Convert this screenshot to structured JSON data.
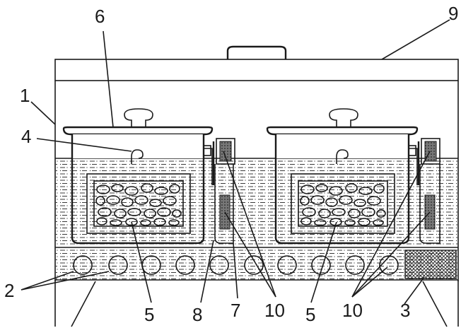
{
  "labels": {
    "l1": "1",
    "l2": "2",
    "l3": "3",
    "l4": "4",
    "l5a": "5",
    "l5b": "5",
    "l6": "6",
    "l7": "7",
    "l8": "8",
    "l9": "9",
    "l10a": "10",
    "l10b": "10"
  },
  "colors": {
    "ink": "#1a1a1a",
    "background": "#ffffff"
  }
}
